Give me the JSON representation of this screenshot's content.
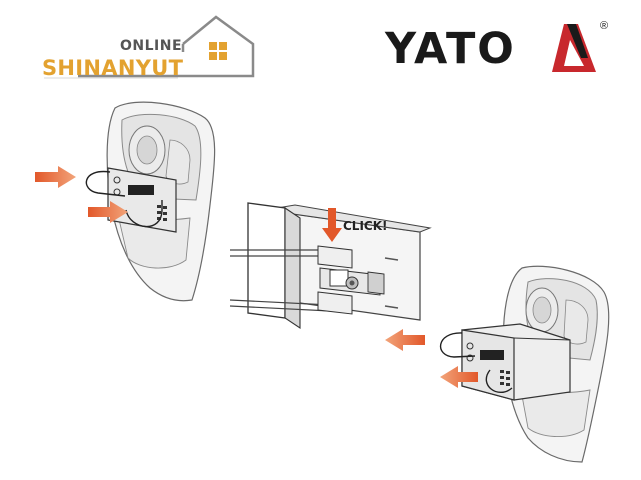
{
  "shop_logo": {
    "top_word": "ONLINE",
    "name": "SHINANYUT",
    "colors": {
      "house": "#8a8a8a",
      "window": "#e3a230",
      "name": "#e3a230",
      "top_word": "#555555"
    }
  },
  "brand_logo": {
    "name": "YATO",
    "registered_mark": "®",
    "colors": {
      "text": "#1a1a1a",
      "mark": "#c8282d"
    }
  },
  "illustration": {
    "click_label": "CLICK!",
    "arrow_color": "#e2582a",
    "steps": [
      "insert-radio",
      "lock-click",
      "remove-radio"
    ]
  }
}
